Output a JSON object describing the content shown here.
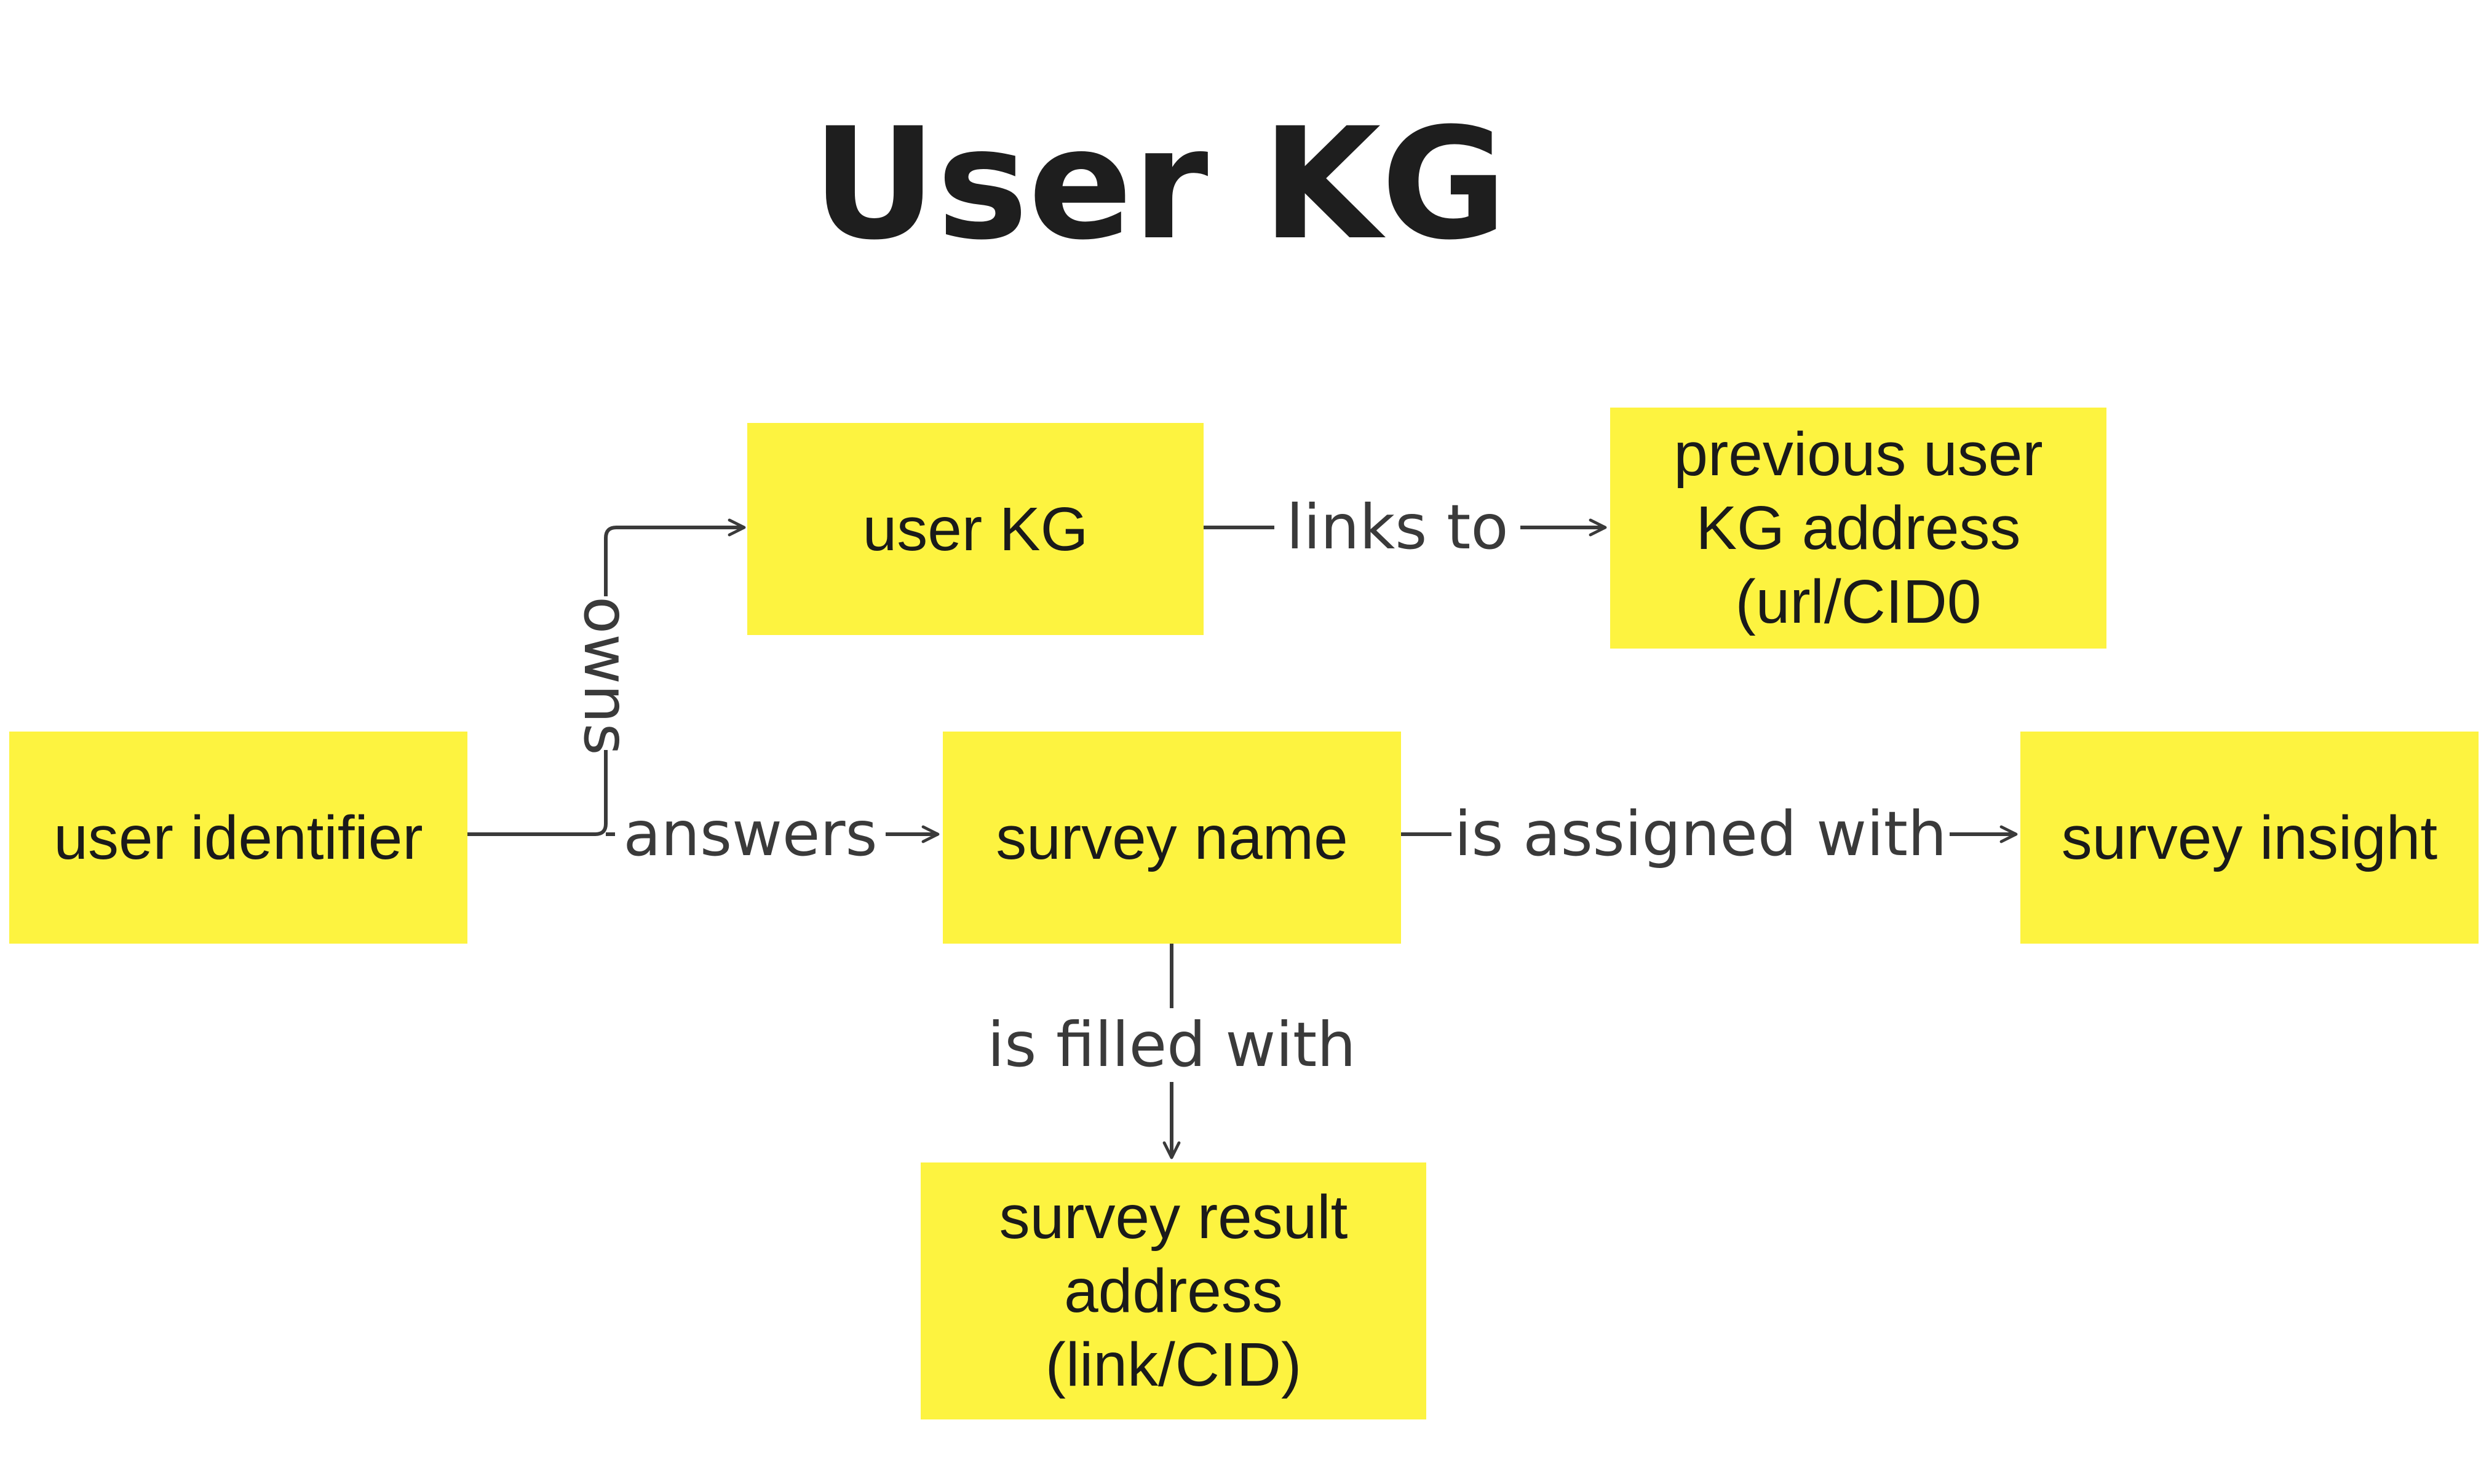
{
  "title": "User KG",
  "colors": {
    "node_fill": "#fdf340",
    "edge": "#3a3a3a",
    "text": "#1a1a1a"
  },
  "nodes": {
    "user_identifier": "user identifier",
    "user_kg": "user KG",
    "previous_user_kg": "previous user\nKG address\n(url/CID0",
    "survey_name": "survey name",
    "survey_insight": "survey insight",
    "survey_result": "survey result\naddress\n(link/CID)"
  },
  "edges": {
    "owns": "owns",
    "links_to": "links to",
    "answers": "answers",
    "is_assigned_with": "is assigned with",
    "is_filled_with": "is filled with"
  }
}
